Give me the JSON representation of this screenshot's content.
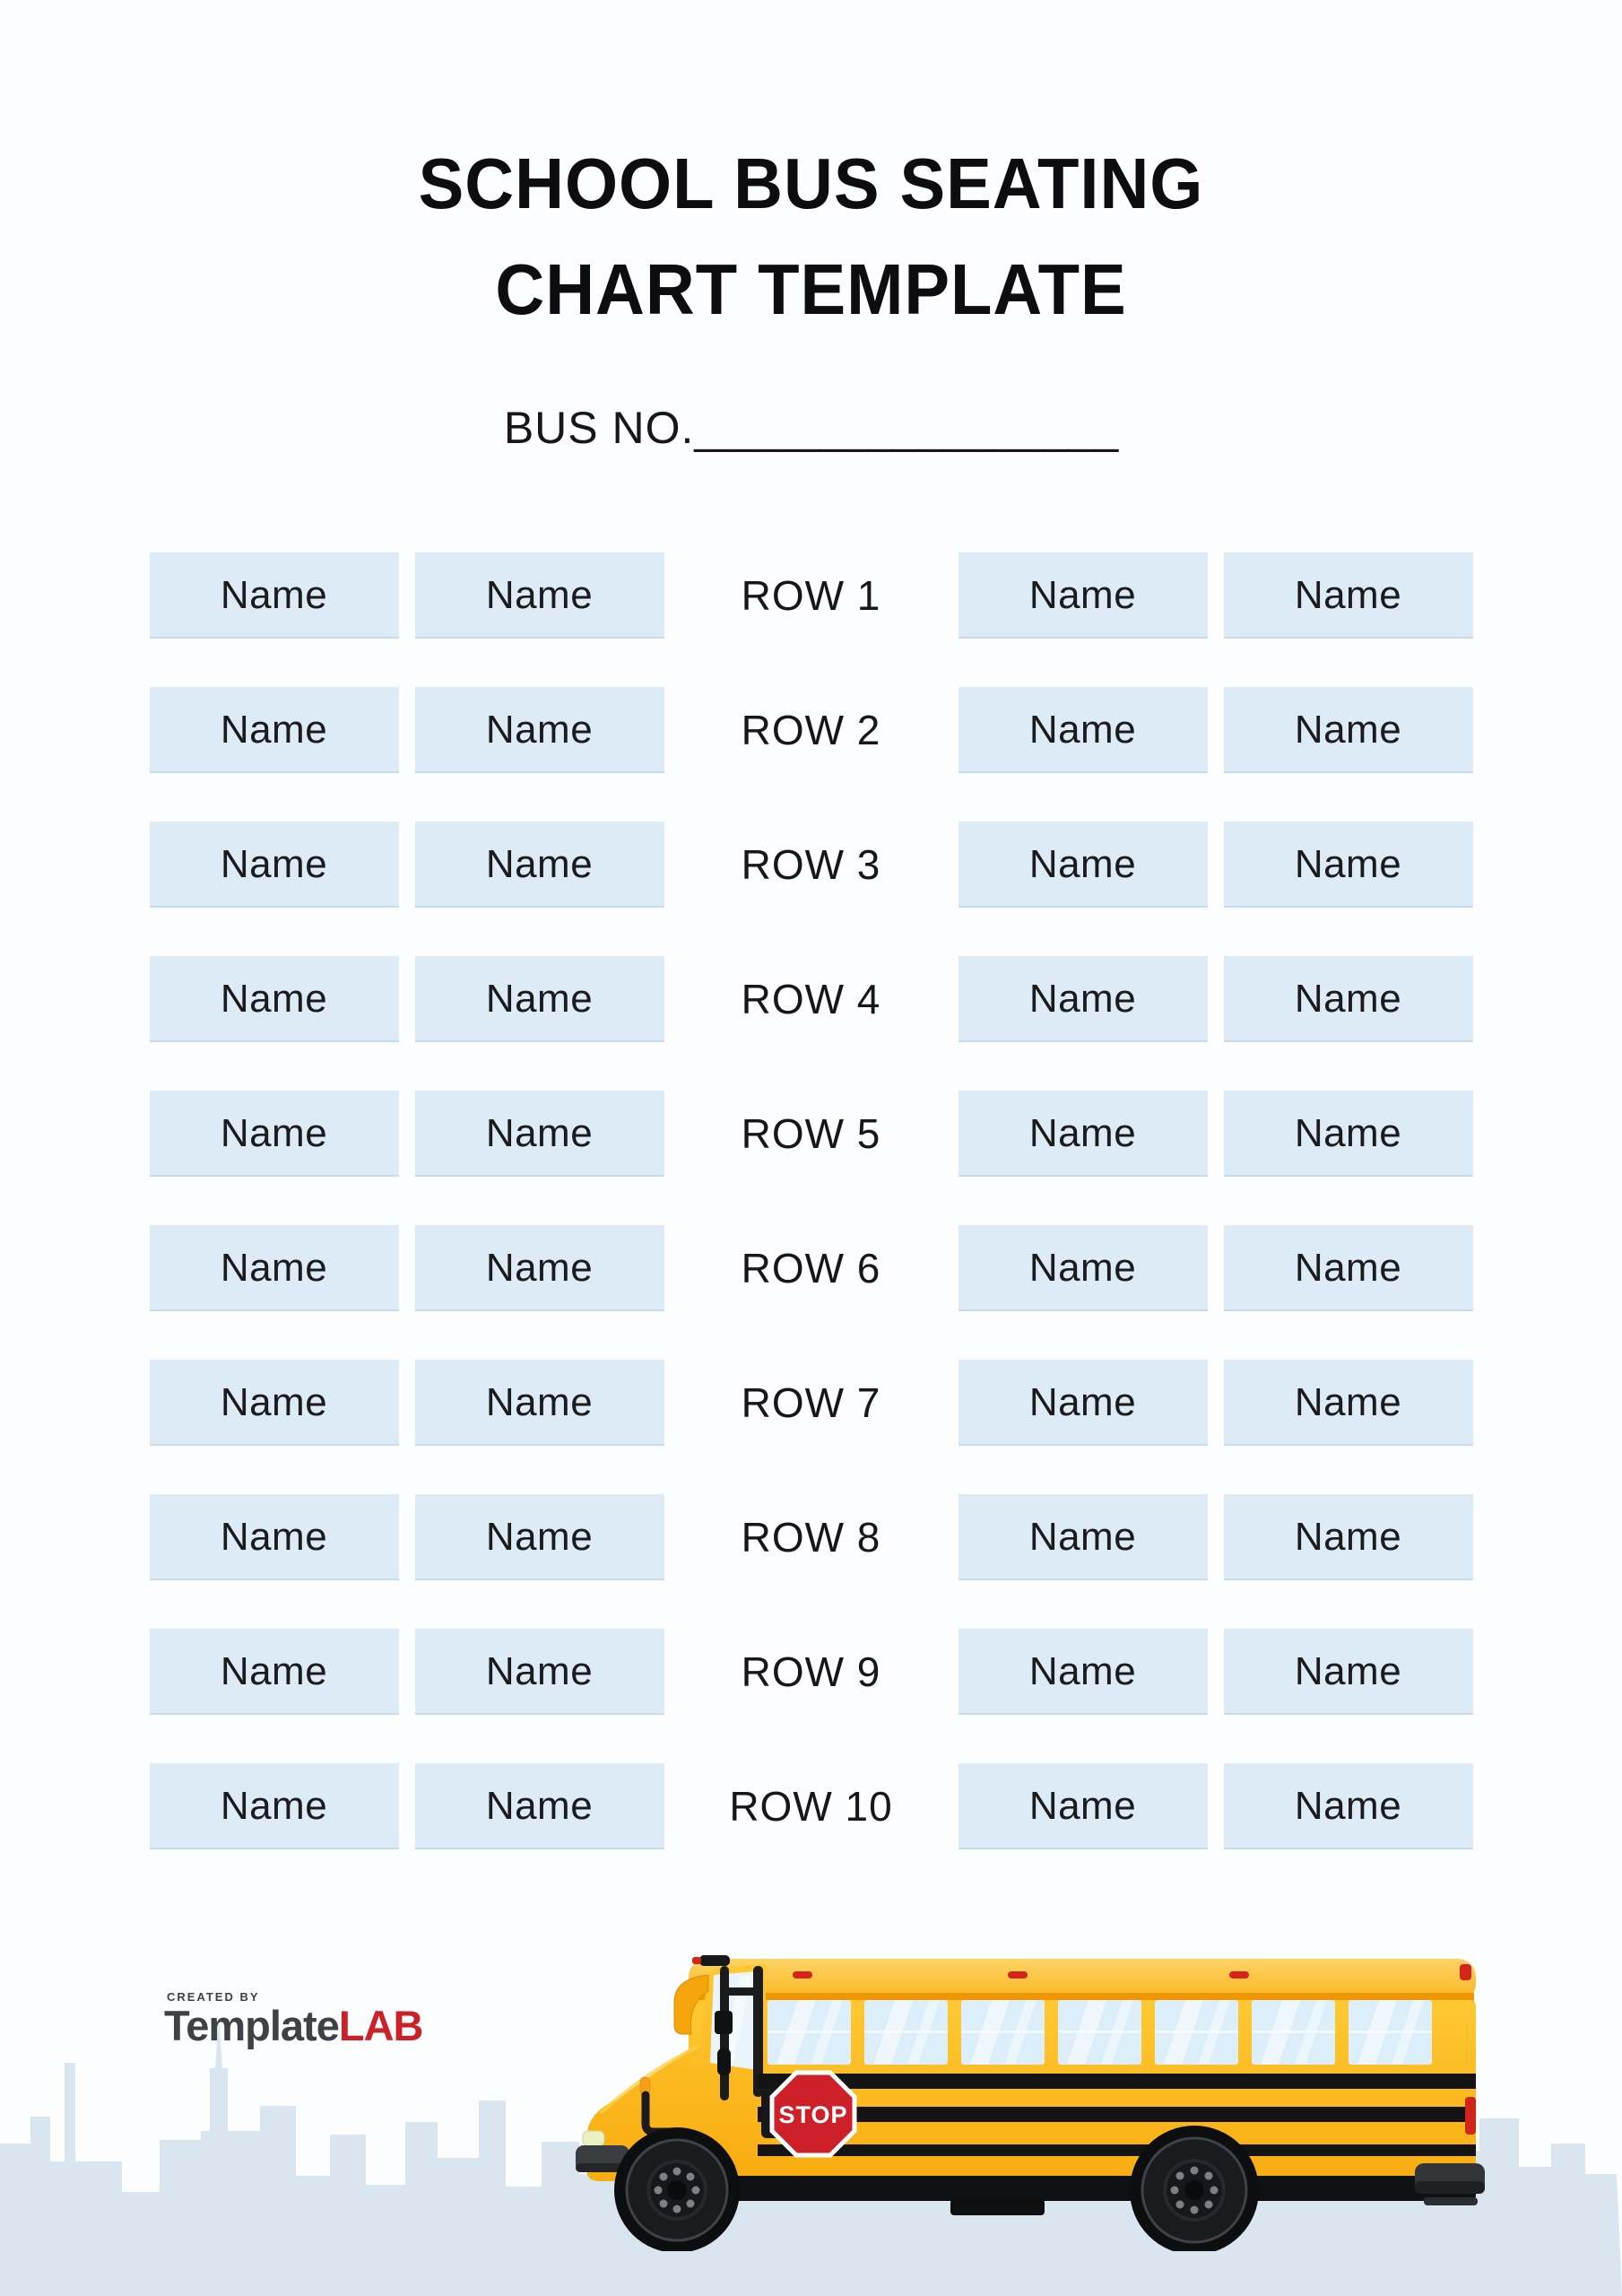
{
  "header": {
    "title_line1": "SCHOOL BUS SEATING",
    "title_line2": "CHART TEMPLATE",
    "bus_no_label": "BUS NO.",
    "bus_no_blank": "_________________"
  },
  "grid": {
    "seat_label": "Name",
    "rows": [
      {
        "label": "ROW 1"
      },
      {
        "label": "ROW 2"
      },
      {
        "label": "ROW 3"
      },
      {
        "label": "ROW 4"
      },
      {
        "label": "ROW 5"
      },
      {
        "label": "ROW 6"
      },
      {
        "label": "ROW 7"
      },
      {
        "label": "ROW 8"
      },
      {
        "label": "ROW 9"
      },
      {
        "label": "ROW 10"
      }
    ]
  },
  "footer": {
    "logo": {
      "created_by": "CREATED BY",
      "brand_gray": "Template",
      "brand_red": "LAB"
    },
    "bus": {
      "stop_sign_text": "STOP"
    }
  },
  "colors": {
    "page_bg": "#fcfdff",
    "seat_box": "#dcebf5",
    "text_dark": "#141416",
    "skyline": "#d9e6f0",
    "bus_yellow": "#f8ac10",
    "bus_roof": "#fdc53e",
    "stop_red": "#ce2029",
    "logo_gray": "#3e4145",
    "logo_red": "#cb2127"
  }
}
